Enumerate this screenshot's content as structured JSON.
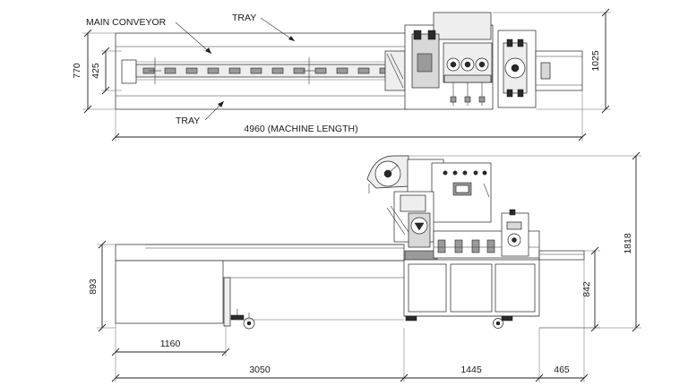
{
  "top_view": {
    "labels": {
      "main_conveyor": "MAIN CONVEYOR",
      "tray_top": "TRAY",
      "tray_bottom": "TRAY"
    },
    "dimensions": {
      "width_770": "770",
      "width_425": "425",
      "width_1025": "1025",
      "machine_length": "4960 (MACHINE LENGTH)"
    }
  },
  "side_view": {
    "dimensions": {
      "height_1818": "1818",
      "height_893": "893",
      "height_842": "842",
      "length_1160": "1160",
      "length_3050": "3050",
      "length_1445": "1445",
      "length_465": "465"
    }
  }
}
